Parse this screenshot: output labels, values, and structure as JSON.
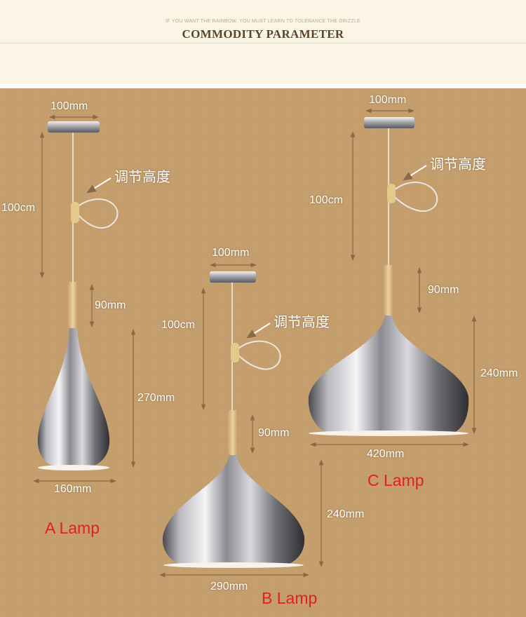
{
  "header": {
    "tagline": "IF YOU WANT THE RAINBOW, YOU MUST LEARN TO TOLERANCE THE DRIZZLE",
    "title": "COMMODITY PARAMETER"
  },
  "colors": {
    "header_bg": "#fbf5e6",
    "burlap_bg": "#c49e6c",
    "label_red": "#e2201d",
    "dimension_text": "#ffffff",
    "title_brown": "#5b4528"
  },
  "lamps": {
    "a": {
      "label": "A Lamp",
      "canopy": "100mm",
      "cord": "100cm",
      "neck": "90mm",
      "shade_height": "270mm",
      "shade_width": "160mm",
      "adjust": "调节高度"
    },
    "b": {
      "label": "B Lamp",
      "canopy": "100mm",
      "cord": "100cm",
      "neck": "90mm",
      "shade_height": "240mm",
      "shade_width": "290mm",
      "adjust": "调节高度"
    },
    "c": {
      "label": "C Lamp",
      "canopy": "100mm",
      "cord": "100cm",
      "neck": "90mm",
      "shade_height": "240mm",
      "shade_width": "420mm",
      "adjust": "调节高度"
    }
  }
}
